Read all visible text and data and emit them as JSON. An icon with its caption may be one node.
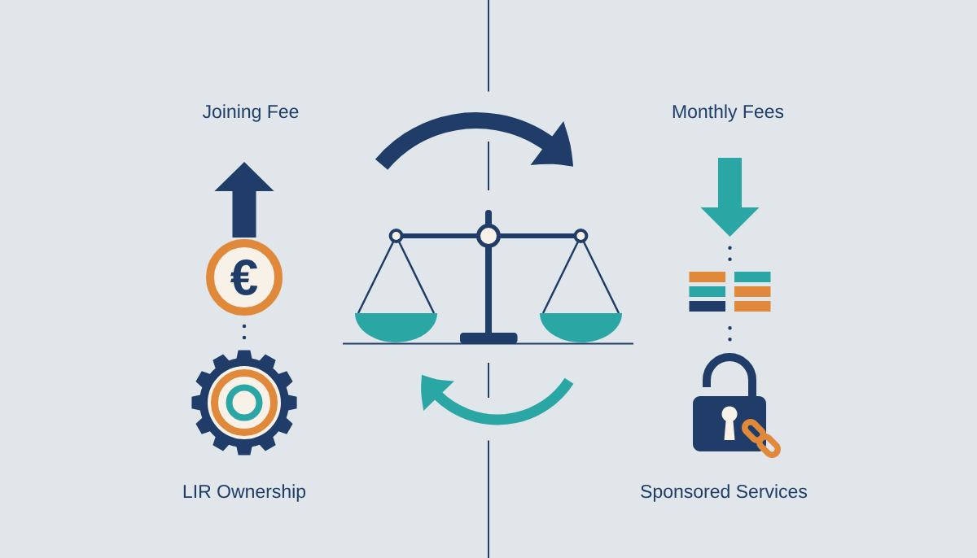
{
  "diagram": {
    "nodes": [
      {
        "text": [
          "€"
        ]
      },
      {
        "text": [],
        "shape": "picture",
        "beside": [
          "LIR Ownership"
        ]
      },
      {
        "text": [],
        "shape": "arrow"
      },
      {
        "text": [],
        "shape": "bar"
      },
      {
        "text": [],
        "shape": "picture",
        "beside": [
          "Sponsored Services"
        ]
      }
    ],
    "edges": [
      {
        "from": 0,
        "to": null,
        "arrow": "to",
        "style": "thick"
      },
      {
        "from": 0,
        "to": 1,
        "arrow": "none",
        "style": "dashed"
      },
      {
        "from": 2,
        "to": 3,
        "arrow": "none",
        "style": "dashed"
      },
      {
        "from": 3,
        "to": 4,
        "arrow": "none",
        "style": "dashed"
      }
    ],
    "labels": [
      "Joining Fee",
      "Monthly Fees"
    ]
  }
}
